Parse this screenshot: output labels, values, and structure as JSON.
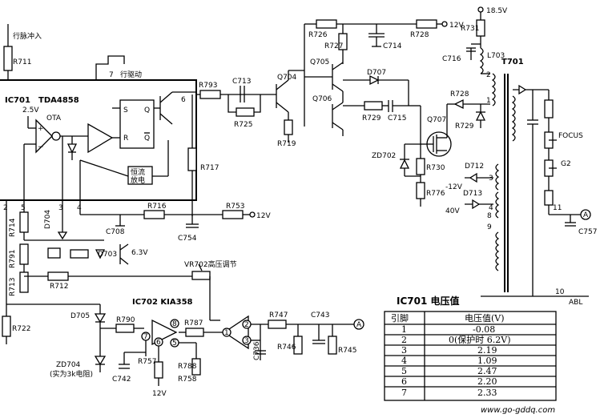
{
  "schematic": {
    "labels": {
      "hpulse_in": "行脉冲入",
      "r711": "R711",
      "ic701": "IC701",
      "tda": "TDA4858",
      "v25": "2.5V",
      "ota": "OTA",
      "pin7": "7",
      "hdrive": "行驱动",
      "s": "S",
      "q": "Q",
      "r": "R",
      "qbar": "Q",
      "pin6": "6",
      "const_dis_1": "恒流",
      "const_dis_2": "放电",
      "r793": "R793",
      "c713": "C713",
      "r725": "R725",
      "q704": "Q704",
      "r719": "R719",
      "r717": "R717",
      "r726": "R726",
      "r727": "R727",
      "c714": "C714",
      "r728a": "R728",
      "v12a": "12V",
      "q705": "Q705",
      "d707": "D707",
      "q706": "Q706",
      "r729a": "R729",
      "c715": "C715",
      "q707": "Q707",
      "zd702": "ZD702",
      "r730": "R730",
      "r776": "R776",
      "v185": "18.5V",
      "r731": "R731",
      "c716": "C716",
      "l703": "L703",
      "t701": "T701",
      "r728b": "R728",
      "r729b": "R729",
      "d712": "D712",
      "m12v": "-12V",
      "d713": "D713",
      "v40": "40V",
      "focus": "FOCUS",
      "g2": "G2",
      "c757": "C757",
      "abl": "ABL",
      "pin_a": "A",
      "t1": "1",
      "t2": "2",
      "t3": "3",
      "t4": "4",
      "t8": "8",
      "t9": "9",
      "t10": "10",
      "t11": "11",
      "p2": "2",
      "p5": "5",
      "p3": "3",
      "p4": "4",
      "r716": "R716",
      "r753": "R753",
      "v12b": "12V",
      "c708": "C708",
      "c754": "C754",
      "r714": "R714",
      "d704": "D704",
      "r791": "R791",
      "d703": "D703",
      "v63": "6.3V",
      "r713": "R713",
      "r712": "R712",
      "vr702": "VR702高压调节",
      "ic702": "IC702  KIA358",
      "r722": "R722",
      "d705": "D705",
      "r790": "R790",
      "r787": "R787",
      "r747": "R747",
      "c743": "C743",
      "c736": "C736",
      "r746": "R746",
      "r745": "R745",
      "zd704": "ZD704",
      "zd704_note": "(实为3k电阻)",
      "c742": "C742",
      "r757": "R757",
      "r788": "R788",
      "r758": "R758",
      "v12c": "12V",
      "op7": "7",
      "op6": "6",
      "op8": "8",
      "op5": "5",
      "op1": "1",
      "op2": "2",
      "op3": "3",
      "watermark": "www.go-gddq.com"
    }
  },
  "voltage_table": {
    "title": "IC701 电压值",
    "headers": [
      "引脚",
      "电压值(V)"
    ],
    "rows": [
      [
        "1",
        "-0.08"
      ],
      [
        "2",
        "0(保护时 6.2V)"
      ],
      [
        "3",
        "2.19"
      ],
      [
        "4",
        "1.09"
      ],
      [
        "5",
        "2.47"
      ],
      [
        "6",
        "2.20"
      ],
      [
        "7",
        "2.33"
      ]
    ]
  }
}
